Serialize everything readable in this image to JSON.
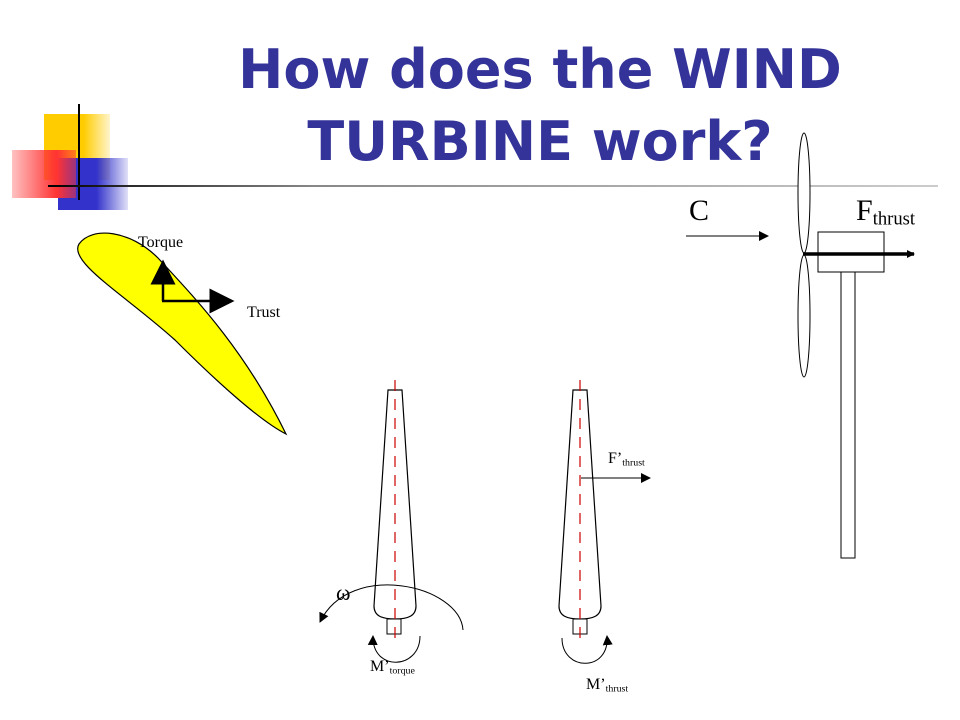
{
  "slide": {
    "title_line1": "How does the WIND",
    "title_line2": "TURBINE work?"
  },
  "airfoil": {
    "torque_label": "Torque",
    "trust_label": "Trust"
  },
  "turbine": {
    "wind_label": "C",
    "force_label_main": "F",
    "force_label_sub": "thrust"
  },
  "blade_torque": {
    "omega_label": "ω",
    "moment_main": "M’",
    "moment_sub": "torque"
  },
  "blade_thrust": {
    "force_main": "F’",
    "force_sub": "thrust",
    "moment_main": "M’",
    "moment_sub": "thrust"
  },
  "colors": {
    "title": "#333399",
    "airfoil_fill": "#ffff00",
    "center_line": "#cc0000",
    "deco_yellow": "#ffcc00",
    "deco_red": "#ff3333",
    "deco_blue": "#3333cc"
  }
}
